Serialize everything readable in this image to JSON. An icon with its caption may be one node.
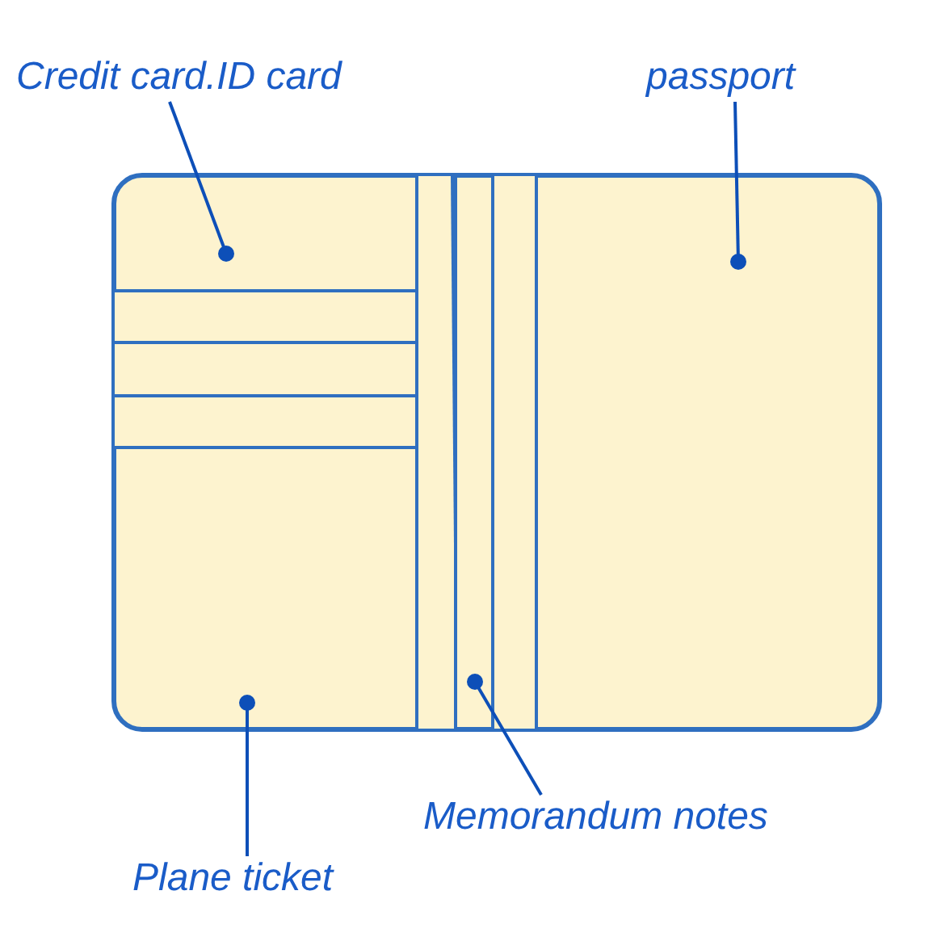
{
  "diagram": {
    "nodes": [
      {
        "text": [
          "Credit card.ID card"
        ]
      },
      {
        "text": [
          "passport"
        ]
      },
      {
        "text": [
          "Memorandum notes"
        ]
      },
      {
        "text": [
          "Plane ticket"
        ]
      },
      {
        "text": [],
        "shape": "box"
      },
      {
        "text": [],
        "shape": "box"
      },
      {
        "text": [],
        "shape": "box"
      },
      {
        "text": [],
        "shape": "box"
      }
    ],
    "edges": [
      {
        "from": 0,
        "to": 4,
        "arrow": "other"
      },
      {
        "from": 1,
        "to": 7,
        "arrow": "other"
      },
      {
        "from": 2,
        "to": 6,
        "arrow": "other"
      },
      {
        "from": 3,
        "to": 5,
        "arrow": "other"
      }
    ]
  }
}
